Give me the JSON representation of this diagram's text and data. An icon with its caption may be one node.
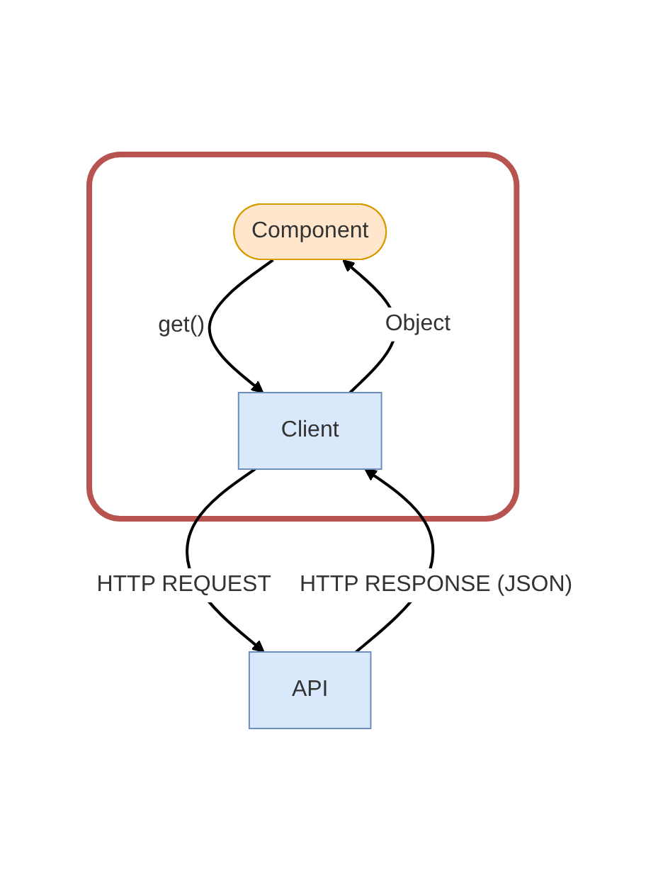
{
  "diagram": {
    "nodes": [
      {
        "text": [],
        "shape": "box"
      },
      {
        "text": [
          "Component"
        ],
        "in": 0
      },
      {
        "text": [
          "Client"
        ],
        "in": 0
      },
      {
        "text": [
          "API"
        ]
      }
    ],
    "edges": [
      {
        "from": 1,
        "to": 2,
        "label": "get()",
        "arrow": "to"
      },
      {
        "from": 2,
        "to": 1,
        "label": "Object",
        "arrow": "to"
      },
      {
        "from": 2,
        "to": 3,
        "label": "HTTP REQUEST",
        "arrow": "to"
      },
      {
        "from": 3,
        "to": 2,
        "label": "HTTP RESPONSE (JSON)",
        "arrow": "to"
      }
    ]
  }
}
